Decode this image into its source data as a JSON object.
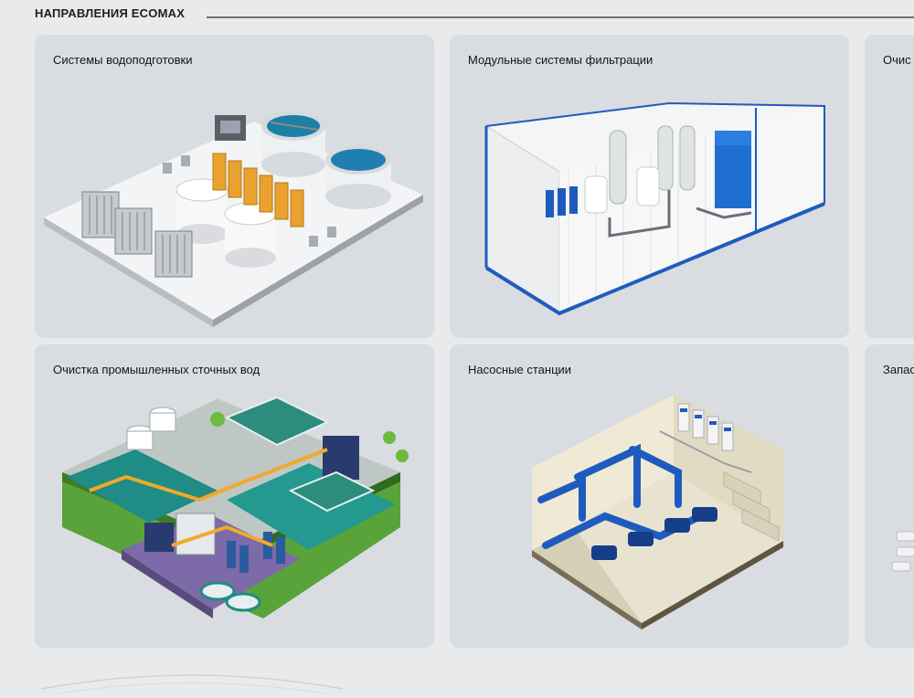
{
  "section": {
    "title": "НАПРАВЛЕНИЯ ECOMAX"
  },
  "cards": [
    {
      "title": "Системы водоподготовки",
      "illustration": "water-treatment-plant-illustration"
    },
    {
      "title": "Модульные системы фильтрации",
      "illustration": "modular-filtration-container-illustration"
    },
    {
      "title": "Очис",
      "illustration": "partial-card-illustration"
    },
    {
      "title": "Очистка промышленных сточных вод",
      "illustration": "industrial-wastewater-illustration"
    },
    {
      "title": "Насосные станции",
      "illustration": "pump-station-illustration"
    },
    {
      "title": "Запас",
      "illustration": "partial-card-illustration"
    }
  ],
  "colors": {
    "background": "#e9eaec",
    "card": "#d9dce0",
    "accent_blue": "#1f5bbf",
    "accent_orange": "#f0a92a",
    "accent_green": "#5aa33a"
  }
}
